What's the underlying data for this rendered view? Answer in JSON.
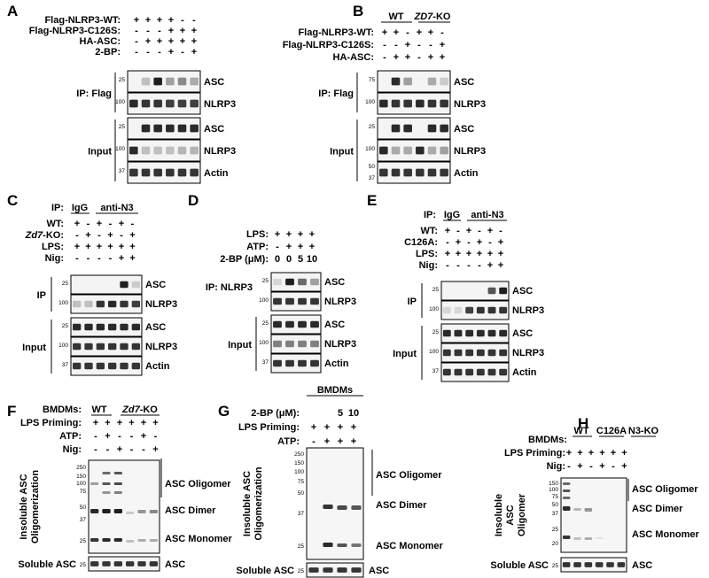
{
  "figure": {
    "panels": [
      {
        "id": "A",
        "letter": "A",
        "rows": [
          {
            "label": "Flag-NLRP3-WT:",
            "signs": "+++++++--"
          },
          {
            "label": "Flag-NLRP3-C126S:",
            "signs": "---+++"
          },
          {
            "label": "HA-ASC:",
            "signs": "-+++++"
          },
          {
            "label": "2-BP:",
            "signs": "---+-+"
          }
        ],
        "groups": [
          {
            "label": "IP: Flag",
            "blots": [
              {
                "name": "ASC",
                "markers": [
                  "25"
                ],
                "bands": [
                  0,
                  0.2,
                  0.95,
                  0.35,
                  0.45,
                  0.3
                ]
              },
              {
                "name": "NLRP3",
                "markers": [
                  "100"
                ],
                "bands": [
                  0.9,
                  0.85,
                  0.85,
                  0.8,
                  0.8,
                  0.8
                ]
              }
            ]
          },
          {
            "label": "Input",
            "blots": [
              {
                "name": "ASC",
                "markers": [
                  "25"
                ],
                "bands": [
                  0,
                  0.9,
                  0.9,
                  0.9,
                  0.9,
                  0.9
                ]
              },
              {
                "name": "NLRP3",
                "markers": [
                  "100"
                ],
                "bands": [
                  0.9,
                  0.2,
                  0.2,
                  0.2,
                  0.25,
                  0.25
                ]
              },
              {
                "name": "Actin",
                "markers": [
                  "37"
                ],
                "bands": [
                  0.85,
                  0.85,
                  0.85,
                  0.85,
                  0.85,
                  0.85
                ]
              }
            ]
          }
        ]
      },
      {
        "id": "B",
        "letter": "B",
        "headers": [
          {
            "text": "WT"
          },
          {
            "text": "ZD7-KO",
            "italic": "ZD7"
          }
        ],
        "rows": [
          {
            "label": "Flag-NLRP3-WT:",
            "signs": "++ -++ -"
          },
          {
            "label": "Flag-NLRP3-C126S:",
            "signs": "--+--+"
          },
          {
            "label": "HA-ASC:",
            "signs": "-++-++"
          }
        ],
        "groups": [
          {
            "label": "IP: Flag",
            "blots": [
              {
                "name": "ASC",
                "markers": [
                  "75"
                ],
                "bands": [
                  0,
                  0.9,
                  0.35,
                  0,
                  0.3,
                  0.15
                ]
              },
              {
                "name": "NLRP3",
                "markers": [
                  "100"
                ],
                "bands": [
                  0.9,
                  0.85,
                  0.85,
                  0.9,
                  0.85,
                  0.85
                ]
              }
            ]
          },
          {
            "label": "Input",
            "blots": [
              {
                "name": "ASC",
                "markers": [
                  "25"
                ],
                "bands": [
                  0,
                  0.9,
                  0.9,
                  0,
                  0.9,
                  0.9
                ]
              },
              {
                "name": "NLRP3",
                "markers": [
                  "100"
                ],
                "bands": [
                  0.9,
                  0.3,
                  0.3,
                  0.9,
                  0.3,
                  0.35
                ]
              },
              {
                "name": "Actin",
                "markers": [
                  "50",
                  "37"
                ],
                "bands": [
                  0.85,
                  0.85,
                  0.85,
                  0.85,
                  0.85,
                  0.85
                ]
              }
            ]
          }
        ]
      },
      {
        "id": "C",
        "letter": "C",
        "ip_header": {
          "prefix": "IP:",
          "igg": "IgG",
          "anti": "anti-N3"
        },
        "rows": [
          {
            "label": "WT:",
            "signs": "+-+-+-"
          },
          {
            "label": "Zd7-KO:",
            "italic": "Zd7",
            "signs": "-+-+-+"
          },
          {
            "label": "LPS:",
            "signs": "++++++"
          },
          {
            "label": "Nig:",
            "signs": "----++"
          }
        ],
        "groups": [
          {
            "label": "IP",
            "blots": [
              {
                "name": "ASC",
                "markers": [
                  "25"
                ],
                "bands": [
                  0,
                  0,
                  0,
                  0,
                  0.95,
                  0.15
                ]
              },
              {
                "name": "NLRP3",
                "markers": [
                  "100"
                ],
                "bands": [
                  0.2,
                  0.2,
                  0.85,
                  0.9,
                  0.85,
                  0.8
                ]
              }
            ]
          },
          {
            "label": "Input",
            "blots": [
              {
                "name": "ASC",
                "markers": [
                  "25"
                ],
                "bands": [
                  0.9,
                  0.9,
                  0.9,
                  0.9,
                  0.9,
                  0.9
                ]
              },
              {
                "name": "NLRP3",
                "markers": [
                  "100"
                ],
                "bands": [
                  0.85,
                  0.85,
                  0.85,
                  0.85,
                  0.85,
                  0.85
                ]
              },
              {
                "name": "Actin",
                "markers": [
                  "37"
                ],
                "bands": [
                  0.85,
                  0.85,
                  0.85,
                  0.85,
                  0.85,
                  0.85
                ]
              }
            ]
          }
        ]
      },
      {
        "id": "D",
        "letter": "D",
        "rows": [
          {
            "label": "LPS:",
            "signs": "++++"
          },
          {
            "label": "ATP:",
            "signs": "-+++"
          },
          {
            "label": "2-BP (μM):",
            "signs": "00510"
          }
        ],
        "groups": [
          {
            "label": "IP: NLRP3",
            "blots": [
              {
                "name": "ASC",
                "markers": [
                  "25"
                ],
                "bands": [
                  0.1,
                  0.95,
                  0.6,
                  0.35
                ]
              },
              {
                "name": "NLRP3",
                "markers": [
                  "100"
                ],
                "bands": [
                  0.85,
                  0.85,
                  0.85,
                  0.85
                ]
              }
            ]
          },
          {
            "label": "Input",
            "blots": [
              {
                "name": "ASC",
                "markers": [
                  "25"
                ],
                "bands": [
                  0.9,
                  0.9,
                  0.9,
                  0.9
                ]
              },
              {
                "name": "NLRP3",
                "markers": [
                  "100"
                ],
                "bands": [
                  0.5,
                  0.5,
                  0.5,
                  0.5
                ]
              },
              {
                "name": "Actin",
                "markers": [
                  "37"
                ],
                "bands": [
                  0.85,
                  0.85,
                  0.85,
                  0.85
                ]
              }
            ]
          }
        ]
      },
      {
        "id": "E",
        "letter": "E",
        "ip_header": {
          "prefix": "IP:",
          "igg": "IgG",
          "anti": "anti-N3"
        },
        "rows": [
          {
            "label": "WT:",
            "signs": "+-+-+-"
          },
          {
            "label": "C126A:",
            "signs": "-+-+-+"
          },
          {
            "label": "LPS:",
            "signs": "++++++"
          },
          {
            "label": "Nig:",
            "signs": "----++"
          }
        ],
        "groups": [
          {
            "label": "IP",
            "blots": [
              {
                "name": "ASC",
                "markers": [
                  "25"
                ],
                "bands": [
                  0,
                  0,
                  0,
                  0,
                  0.7,
                  0.95
                ]
              },
              {
                "name": "NLRP3",
                "markers": [
                  "100"
                ],
                "bands": [
                  0.1,
                  0.1,
                  0.8,
                  0.85,
                  0.85,
                  0.85
                ]
              }
            ]
          },
          {
            "label": "Input",
            "blots": [
              {
                "name": "ASC",
                "markers": [
                  "25"
                ],
                "bands": [
                  0.9,
                  0.9,
                  0.9,
                  0.9,
                  0.9,
                  0.9
                ]
              },
              {
                "name": "NLRP3",
                "markers": [
                  "100"
                ],
                "bands": [
                  0.85,
                  0.85,
                  0.85,
                  0.85,
                  0.85,
                  0.85
                ]
              },
              {
                "name": "Actin",
                "markers": [
                  "37"
                ],
                "bands": [
                  0.85,
                  0.85,
                  0.85,
                  0.85,
                  0.85,
                  0.85
                ]
              }
            ]
          }
        ]
      },
      {
        "id": "F",
        "letter": "F",
        "headers": [
          {
            "text": "BMDMs:"
          },
          {
            "text": "WT"
          },
          {
            "text": "Zd7-KO",
            "italic": "Zd7"
          }
        ],
        "rows": [
          {
            "label": "LPS Priming:",
            "signs": "++++++"
          },
          {
            "label": "ATP:",
            "signs": "-+--+-"
          },
          {
            "label": "Nig:",
            "signs": "--+--+"
          }
        ],
        "side_label": [
          "Insoluble ASC",
          "Oligomerization"
        ],
        "markers": [
          "250",
          "150",
          "100",
          "75",
          "50",
          "37",
          "25"
        ],
        "species": [
          "ASC Oligomer",
          "ASC Dimer",
          "ASC Monomer"
        ],
        "soluble": {
          "label": "Soluble ASC",
          "marker": "25",
          "name": "ASC"
        }
      },
      {
        "id": "G",
        "letter": "G",
        "headers": [
          {
            "text": "BMDMs"
          }
        ],
        "rows": [
          {
            "label": "2-BP (μM):",
            "signs": "--510"
          },
          {
            "label": "LPS Priming:",
            "signs": "++++"
          },
          {
            "label": "ATP:",
            "signs": "-+++"
          }
        ],
        "side_label": [
          "Insoluble ASC",
          "Oligomerization"
        ],
        "markers": [
          "250",
          "150",
          "100",
          "75",
          "50",
          "37",
          "25"
        ],
        "species": [
          "ASC Oligomer",
          "ASC Dimer",
          "ASC Monomer"
        ],
        "soluble": {
          "label": "Soluble ASC",
          "marker": "25",
          "name": "ASC"
        }
      },
      {
        "id": "H",
        "letter": "H",
        "headers": [
          {
            "text": "BMDMs:"
          },
          {
            "text": "WT"
          },
          {
            "text": "C126A"
          },
          {
            "text": "N3-KO"
          }
        ],
        "rows": [
          {
            "label": "LPS Priming:",
            "signs": "++++++"
          },
          {
            "label": "Nig:",
            "signs": "-+-+-+"
          }
        ],
        "side_label": [
          "Insoluble",
          "ASC",
          "Oligomer"
        ],
        "markers": [
          "150",
          "100",
          "75",
          "50",
          "37",
          "25",
          "20"
        ],
        "species": [
          "ASC Oligomer",
          "ASC Dimer",
          "ASC Monomer"
        ],
        "soluble": {
          "label": "Soluble ASC",
          "marker": "25",
          "name": "ASC"
        }
      }
    ]
  }
}
